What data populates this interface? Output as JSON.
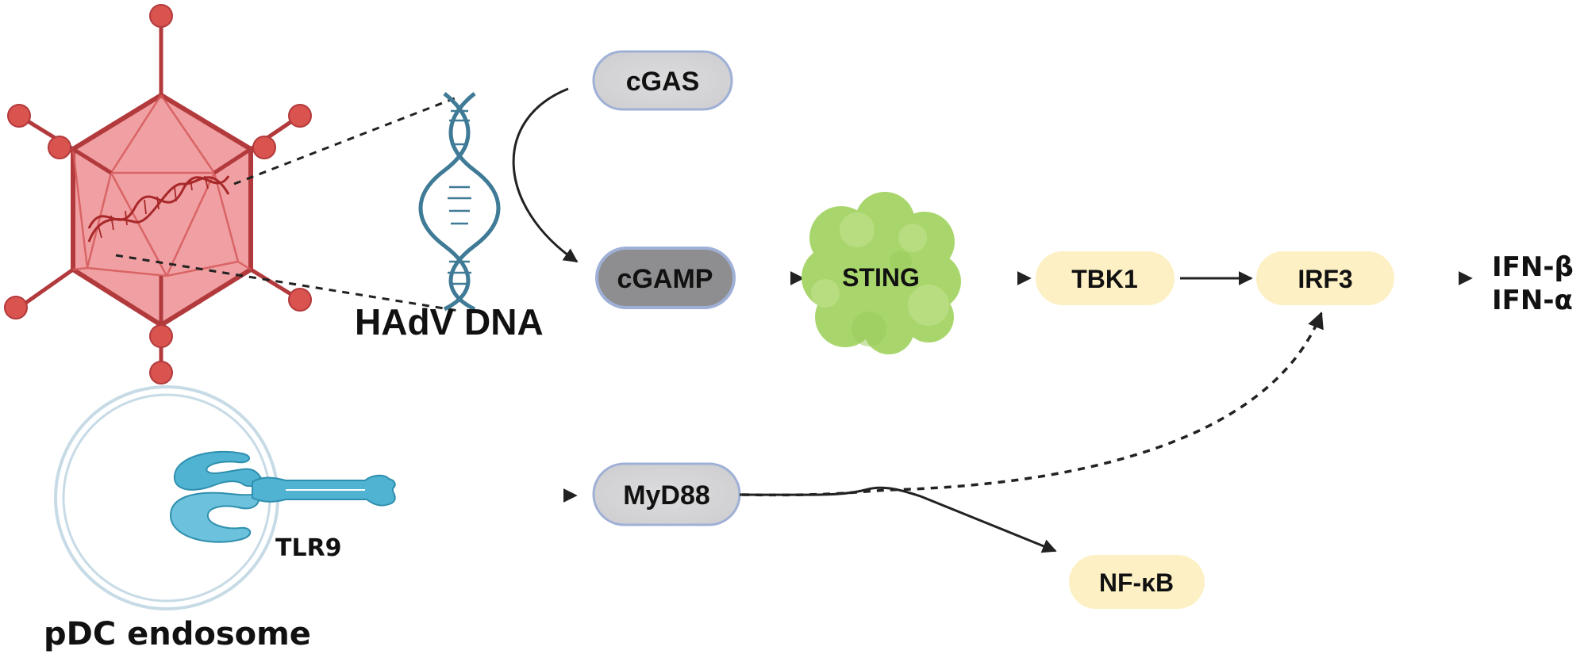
{
  "figure": {
    "title": "HAdV DNA sensing pathways: cGAS-STING and TLR9-MyD88",
    "colors": {
      "virus_fill": "#f0a0a2",
      "virus_stroke": "#b33a3c",
      "virus_knob": "#d9534f",
      "dna_helix": "#3f7a96",
      "grey_pill": "#d4d4d6",
      "dark_pill": "#8e8e90",
      "pill_border": "#9fb0d6",
      "yellow_pill": "#fdf0c4",
      "sting_green": "#a9d66c",
      "tlr9_blue": "#4fb3d1",
      "endosome": "#c7dbe6",
      "arrow": "#222222"
    }
  },
  "labels": {
    "dna": "HAdV DNA",
    "endosome": "pDC endosome",
    "tlr9": "TLR9",
    "ifn_beta": "IFN-β",
    "ifn_alpha": "IFN-α"
  },
  "nodes": {
    "cgas": "cGAS",
    "cgamp": "cGAMP",
    "sting": "STING",
    "tbk1": "TBK1",
    "irf3": "IRF3",
    "myd88": "MyD88",
    "nfkb": "NF-κB"
  },
  "edges": [
    {
      "from": "cGAS",
      "to": "cGAMP",
      "style": "solid-curved"
    },
    {
      "from": "cGAMP",
      "to": "STING",
      "style": "solid"
    },
    {
      "from": "STING",
      "to": "TBK1",
      "style": "solid"
    },
    {
      "from": "TBK1",
      "to": "IRF3",
      "style": "solid"
    },
    {
      "from": "IRF3",
      "to": "IFN-β / IFN-α",
      "style": "solid"
    },
    {
      "from": "TLR9",
      "to": "MyD88",
      "style": "solid"
    },
    {
      "from": "MyD88",
      "to": "IRF3",
      "style": "dashed"
    },
    {
      "from": "MyD88",
      "to": "NF-κB",
      "style": "solid"
    }
  ]
}
